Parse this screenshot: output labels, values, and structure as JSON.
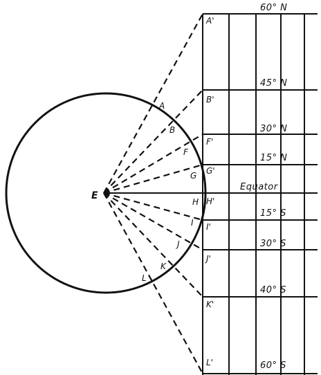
{
  "center_label": "E",
  "circle_points": [
    {
      "key": "A",
      "label": "A"
    },
    {
      "key": "B",
      "label": "B"
    },
    {
      "key": "F",
      "label": "F"
    },
    {
      "key": "G",
      "label": "G"
    },
    {
      "key": "H",
      "label": "H"
    },
    {
      "key": "I",
      "label": "I"
    },
    {
      "key": "J",
      "label": "J"
    },
    {
      "key": "K",
      "label": "K"
    },
    {
      "key": "L",
      "label": "L"
    }
  ],
  "projected_points": [
    {
      "key": "A",
      "label": "A'"
    },
    {
      "key": "B",
      "label": "B'"
    },
    {
      "key": "F",
      "label": "F'"
    },
    {
      "key": "G",
      "label": "G'"
    },
    {
      "key": "H",
      "label": "H'"
    },
    {
      "key": "I",
      "label": "I'"
    },
    {
      "key": "J",
      "label": "J'"
    },
    {
      "key": "K",
      "label": "K'"
    },
    {
      "key": "L",
      "label": "L'"
    }
  ],
  "latitude_labels": [
    {
      "key": "A",
      "label": "60° N"
    },
    {
      "key": "B",
      "label": "45° N"
    },
    {
      "key": "F",
      "label": "30° N"
    },
    {
      "key": "G",
      "label": "15° N"
    },
    {
      "key": "H",
      "label": "Equator"
    },
    {
      "key": "I",
      "label": "15° S"
    },
    {
      "key": "J",
      "label": "30° S"
    },
    {
      "key": "K",
      "label": "40° S"
    },
    {
      "key": "L",
      "label": "60° S"
    }
  ]
}
